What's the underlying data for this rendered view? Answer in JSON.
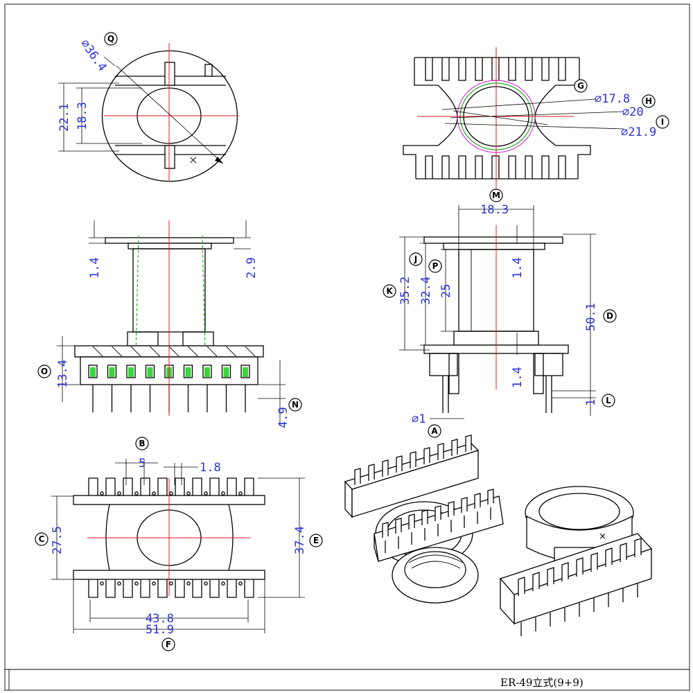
{
  "title": "ER-49立式(9+9)",
  "bubbles": {
    "A": "A",
    "B": "B",
    "C": "C",
    "D": "D",
    "E": "E",
    "F": "F",
    "G": "G",
    "H": "H",
    "I": "I",
    "J": "J",
    "K": "K",
    "L": "L",
    "M": "M",
    "N": "N",
    "O": "O",
    "P": "P",
    "Q": "Q"
  },
  "dims": {
    "q_dia": "⌀36.4",
    "d22_1": "22.1",
    "d18_3_left": "18.3",
    "g_dia": "⌀17.8",
    "h_dia": "⌀20",
    "i_dia": "⌀21.9",
    "d1_4_front": "1.4",
    "d2_9": "2.9",
    "d13_4": "13.4",
    "d4_9": "4.9",
    "m18_3": "18.3",
    "d35_2": "35.2",
    "d32_4": "32.4",
    "d25": "25",
    "d1_4_top": "1.4",
    "d1_4_bot": "1.4",
    "d50_1": "50.1",
    "d1_L": "1",
    "pin_dia": "⌀1",
    "d5": "5",
    "d1_8": "1.8",
    "d27_5": "27.5",
    "d37_4": "37.4",
    "d43_8": "43.8",
    "d51_9": "51.9",
    "x_mark": "×"
  },
  "colors": {
    "dimension_text": "#2a32d8",
    "centerline": "#e8141a",
    "ring_magenta": "#d63ad6",
    "ring_green": "#1fa51f",
    "pad_green": "#3ad63a"
  }
}
